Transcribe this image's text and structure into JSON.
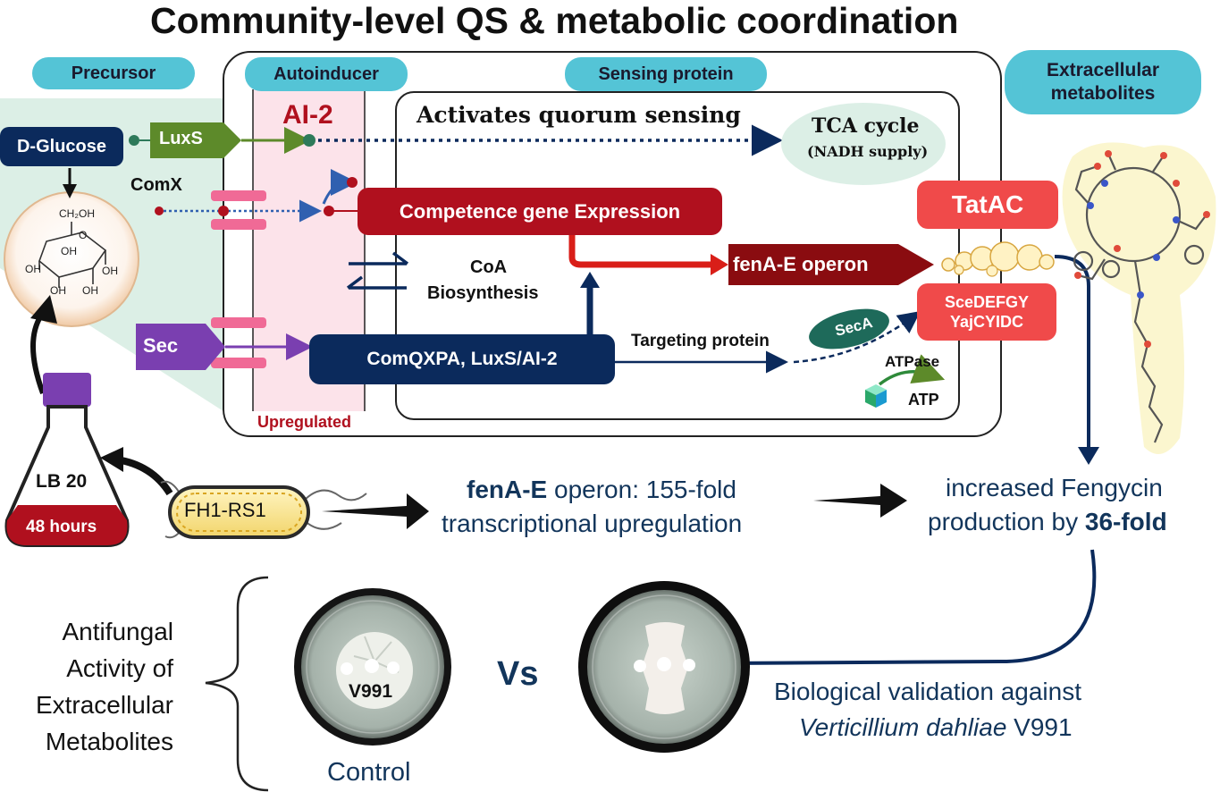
{
  "title": "Community-level QS & metabolic coordination",
  "headers": {
    "precursor": "Precursor",
    "autoinducer": "Autoinducer",
    "sensing_protein": "Sensing protein",
    "extracellular_line1": "Extracellular",
    "extracellular_line2": "metabolites"
  },
  "labels": {
    "d_glucose": "D-Glucose",
    "luxs": "LuxS",
    "ai2": "AI-2",
    "activates_qs": "Activates quorum sensing",
    "tca_line1": "TCA cycle",
    "tca_line2": "(NADH supply)",
    "comx": "ComX",
    "competence": "Competence gene Expression",
    "fena_operon": "fenA-E operon",
    "tatac": "TatAC",
    "coa_line1": "CoA",
    "coa_line2": "Biosynthesis",
    "sec": "Sec",
    "comqxpa": "ComQXPA, LuxS/AI-2",
    "targeting": "Targeting protein",
    "seca": "SecA",
    "sce_line1": "SceDEFGY",
    "sce_line2": "YajCYIDC",
    "atpase": "ATPase",
    "atp": "ATP",
    "upregulated": "Upregulated",
    "glucose_ch2oh": "CH₂OH",
    "glucose_o": "O",
    "glucose_oh": "OH"
  },
  "flask": {
    "medium": "LB 20",
    "time": "48 hours"
  },
  "strain": "FH1-RS1",
  "results": {
    "fena_bold": "fenA-E",
    "fena_rest": " operon: 155-fold",
    "fena_line2": "transcriptional upregulation",
    "fengycin_line1": "increased Fengycin",
    "fengycin_line2_a": "production by ",
    "fengycin_line2_b": "36-fold"
  },
  "antifungal": {
    "line1": "Antifungal",
    "line2": "Activity of",
    "line3": "Extracellular",
    "line4": "Metabolites"
  },
  "plates": {
    "control_plate_label": "V991",
    "control_caption": "Control",
    "vs": "Vs"
  },
  "validation": {
    "line1": "Biological validation against",
    "line2_italic": "Verticillium dahliae",
    "line2_rest": " V991"
  },
  "colors": {
    "navy": "#0b2a5c",
    "dark_red": "#b0101e",
    "maroon": "#8a0c10",
    "salmon": "#f04a4a",
    "green": "#5d8a2a",
    "purple": "#7a3fb0",
    "pill_teal": "#54c4d6",
    "membrane_pink": "#f06a96",
    "pink_band": "#fce3ea",
    "mint": "#dcefe6",
    "text_blue": "#12355b"
  }
}
